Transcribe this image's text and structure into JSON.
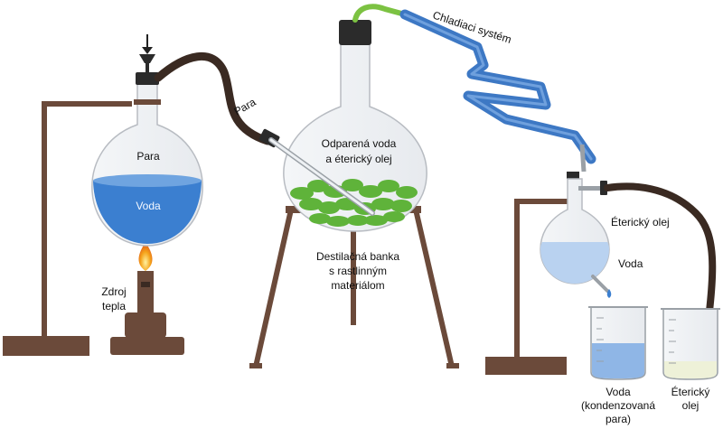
{
  "labels": {
    "para_flask": "Para",
    "voda_flask": "Voda",
    "heat_line1": "Zdroj",
    "heat_line2": "tepla",
    "para_tube": "Para",
    "vapour_line1": "Odparená voda",
    "vapour_line2": "a éterický olej",
    "distill_line1": "Destilačná banka",
    "distill_line2": "s rastlinným",
    "distill_line3": "materiálom",
    "cooling": "Chladiaci systém",
    "ether_sep": "Éterický olej",
    "voda_sep": "Voda",
    "beaker1_line1": "Voda",
    "beaker1_line2": "(kondenzovaná",
    "beaker1_line3": "para)",
    "beaker2_line1": "Éterický",
    "beaker2_line2": "olej"
  },
  "colors": {
    "water": "#3b7fd0",
    "water_light": "#8fb6e6",
    "condenser": "#3d78c4",
    "green_tube": "#7cc242",
    "plant": "#5fb33a",
    "stand": "#6b4a3a",
    "hose": "#3a2a22",
    "flame": "#f5a31a"
  }
}
